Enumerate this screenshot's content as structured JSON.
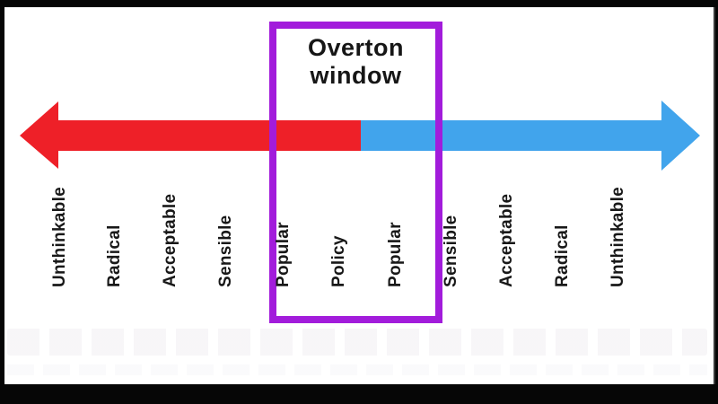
{
  "title": {
    "line1": "Overton",
    "line2": "window"
  },
  "labels": [
    {
      "text": "Unthinkable"
    },
    {
      "text": "Radical"
    },
    {
      "text": "Acceptable"
    },
    {
      "text": "Sensible"
    },
    {
      "text": "Popular"
    },
    {
      "text": "Policy"
    },
    {
      "text": "Popular"
    },
    {
      "text": "Sensible"
    },
    {
      "text": "Acceptable"
    },
    {
      "text": "Radical"
    },
    {
      "text": "Unthinkable"
    }
  ],
  "colors": {
    "left_arrow_red": "#ee2028",
    "right_arrow_blue": "#41a4ec",
    "window_border_purple": "#a21cdb",
    "label_text": "#181818",
    "canvas_background": "#ffffff",
    "frame_black": "#060606"
  }
}
